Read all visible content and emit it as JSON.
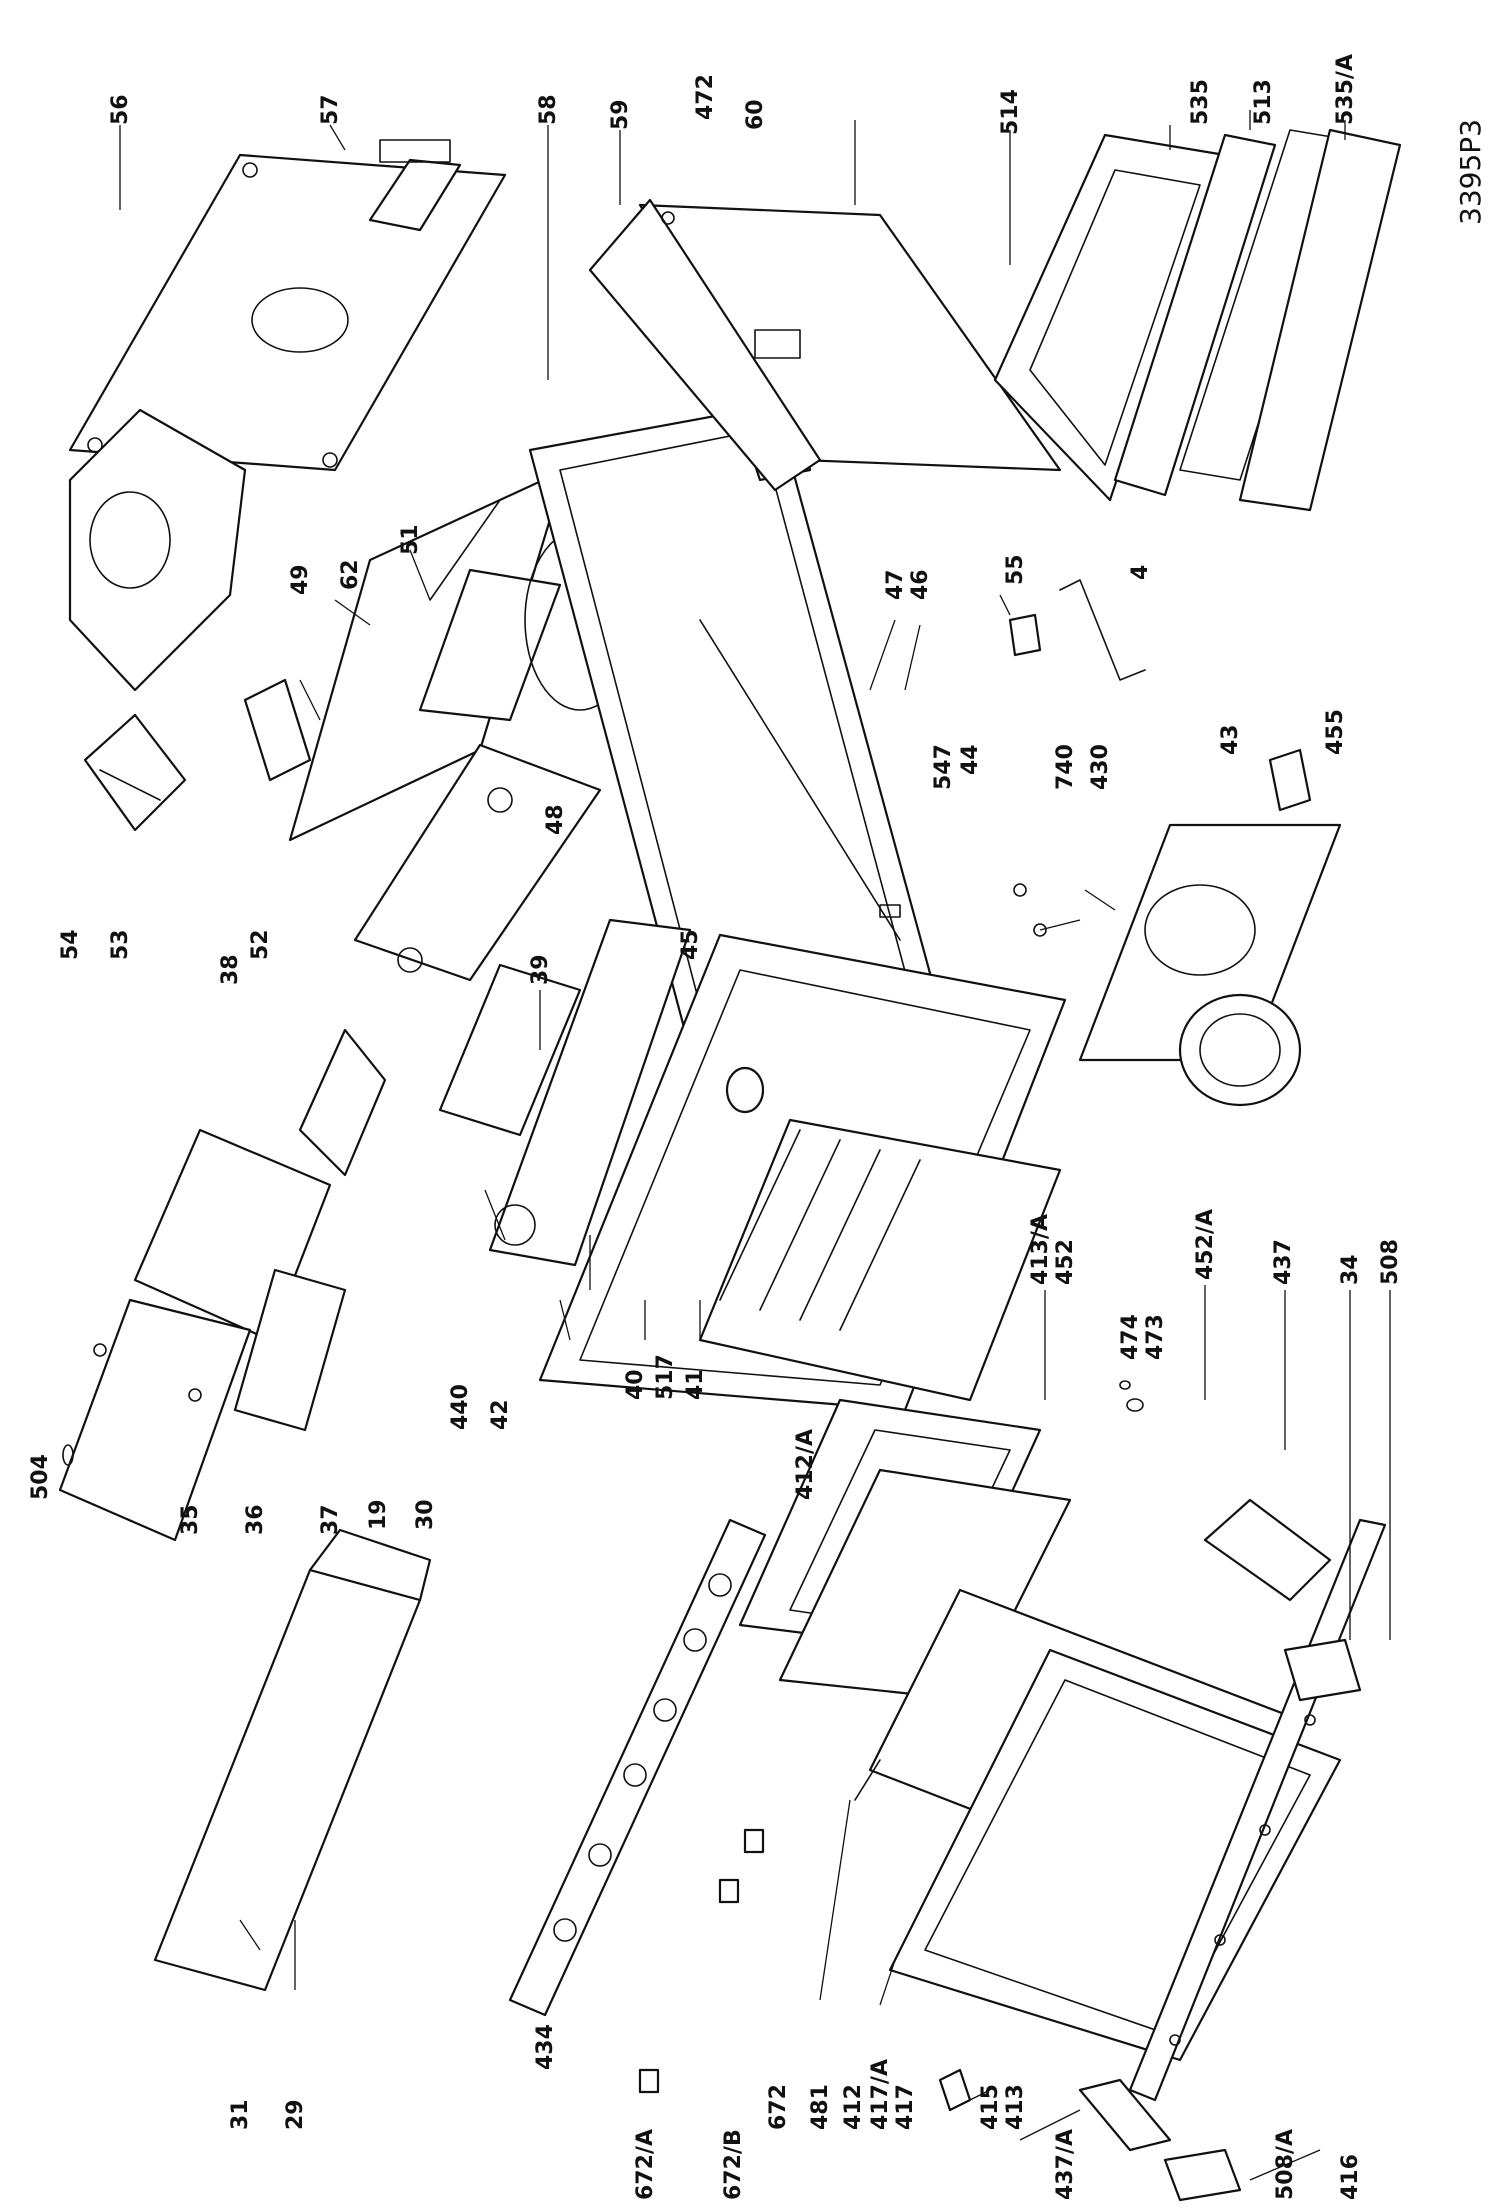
{
  "sheet": {
    "code": "3395P3"
  },
  "labels": [
    "56",
    "57",
    "58",
    "59",
    "472",
    "60",
    "514",
    "535",
    "513",
    "535/A",
    "62",
    "51",
    "49",
    "54",
    "53",
    "52",
    "47",
    "46",
    "55",
    "4",
    "38",
    "39",
    "48",
    "45",
    "547",
    "44",
    "740",
    "430",
    "43",
    "455",
    "504",
    "35",
    "36",
    "37",
    "19",
    "30",
    "440",
    "42",
    "40",
    "517",
    "41",
    "412/A",
    "413/A",
    "452",
    "474",
    "473",
    "452/A",
    "437",
    "34",
    "508",
    "31",
    "29",
    "434",
    "672/A",
    "672/B",
    "672",
    "481",
    "412",
    "417/A",
    "417",
    "415",
    "413",
    "437/A",
    "508/A",
    "416"
  ]
}
